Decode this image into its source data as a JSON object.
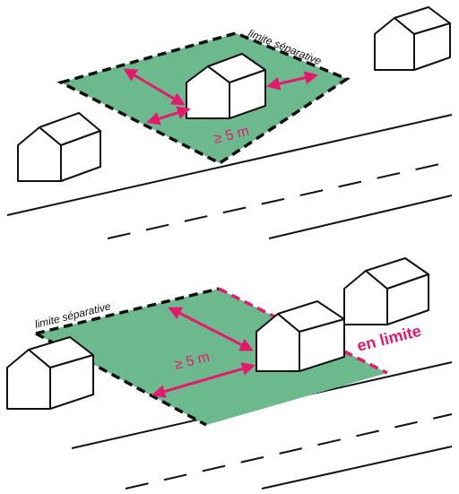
{
  "colors": {
    "lot": "#6db98e",
    "lot_edge": "#111111",
    "accent": "#e6186d",
    "ink": "#111111",
    "house": "#ffffff"
  },
  "top_scheme": {
    "limit_label": "limite séparative",
    "distance_label": "≥ 5 m",
    "arrow_icon": "double-arrow-icon"
  },
  "bottom_scheme": {
    "limit_label": "limite séparative",
    "distance_label": "≥ 5 m",
    "on_limit_label": "en limite",
    "arrow_icon": "double-arrow-icon"
  }
}
